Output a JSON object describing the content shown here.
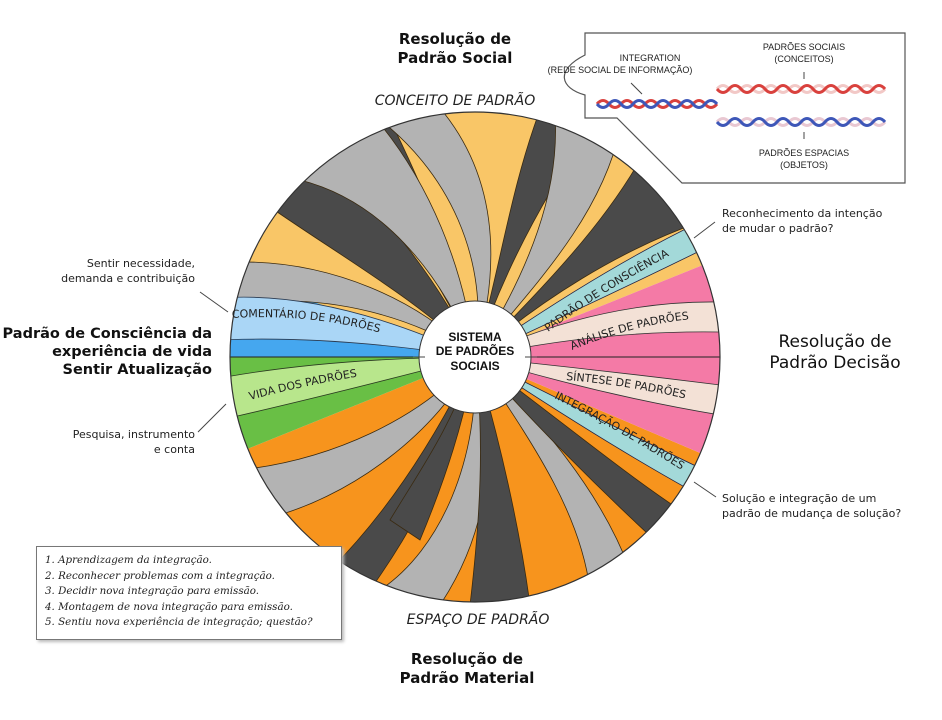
{
  "headings": {
    "social": [
      "Resolução de",
      "Padrão Social"
    ],
    "material": [
      "Resolução de",
      "Padrão Material"
    ],
    "decisao": [
      "Resolução de",
      "Padrão Decisão"
    ],
    "consciencia": [
      "Padrão de Consciência da",
      "experiência de vida",
      "Sentir  Atualização"
    ]
  },
  "axis_labels": {
    "top": "CONCEITO DE PADRÃO",
    "bottom": "ESPAÇO DE PADRÃO"
  },
  "center": [
    "SISTEMA",
    "DE PADRÕES",
    "SOCIAIS"
  ],
  "wheel_bands": {
    "comentario": "COMENTÁRIO DE PADRÕES",
    "vida": "VIDA DOS PADRÕES",
    "consciencia": "PADRÃO DE CONSCIÊNCIA",
    "analise": "ANÁLISE DE PADRÕES",
    "sintese": "SÍNTESE DE PADRÕES",
    "integracao": "INTEGRAÇÃO DE PADRÕES"
  },
  "notes": {
    "left_top": [
      "Sentir necessidade,",
      "demanda e contribuição"
    ],
    "left_bottom": [
      "Pesquisa, instrumento",
      "e conta"
    ],
    "right_top": [
      "Reconhecimento da intenção",
      "de mudar o padrão?"
    ],
    "right_bottom": [
      "Solução e integração de um",
      "padrão de mudança de solução?"
    ]
  },
  "steps": [
    "1. Aprendizagem da integração.",
    "2. Reconhecer problemas com a integração.",
    "3. Decidir nova integração para emissão.",
    "4. Montagem de nova integração para emissão.",
    "5. Sentiu nova experiência de integração;  questão?"
  ],
  "inset": {
    "integration": [
      "INTEGRATION",
      "(REDE SOCIAL DE INFORMAÇÃO)"
    ],
    "sociais": [
      "PADRÕES SOCIAIS",
      "(CONCEITOS)"
    ],
    "espacias": [
      "PADRÕES ESPACIAS",
      "(OBJETOS)"
    ]
  },
  "colors": {
    "yellow": "#f9c667",
    "orange": "#f7941d",
    "gray": "#b3b3b3",
    "dark": "#4a4a4a",
    "blue": "#45a7ef",
    "light_blue": "#aad6f6",
    "green": "#69bf45",
    "light_green": "#b8e68c",
    "pink": "#f47aa6",
    "cream": "#f3e1d6",
    "teal": "#a3d9d9",
    "strand_red": "#d9413d",
    "strand_blue": "#3e57b8"
  }
}
